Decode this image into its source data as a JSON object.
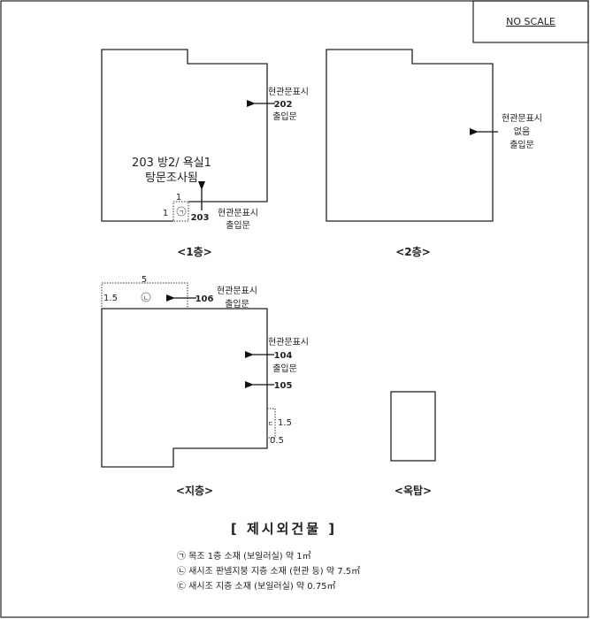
{
  "no_scale": "NO SCALE",
  "floor1": {
    "label": "<1층>",
    "entrance_202": {
      "top": "현관문표시",
      "unit": "202",
      "bottom": "출입문"
    },
    "room_note": [
      "203 방2/ 욕실1",
      "탕문조사됨"
    ],
    "entrance_203": {
      "unit": "203",
      "top": "현관문표시",
      "bottom": "출입문"
    },
    "annex": {
      "marker": "ㄱ",
      "width": "1",
      "height": "1"
    }
  },
  "floor2": {
    "label": "<2층>",
    "note": [
      "현관문표시",
      "없음",
      "출입문"
    ]
  },
  "basement": {
    "label": "<지층>",
    "annex_n": {
      "marker": "ㄴ",
      "width": "5",
      "height": "1.5"
    },
    "entrance_106": {
      "unit": "106",
      "top": "현관문표시",
      "bottom": "출입문"
    },
    "entrance_104": {
      "top": "현관문표시",
      "unit": "104",
      "bottom": "출입문"
    },
    "entrance_105": {
      "unit": "105"
    },
    "annex_d": {
      "marker": "ㄷ",
      "height": "1.5",
      "width": "0.5"
    }
  },
  "rooftop": {
    "label": "<옥탑>"
  },
  "extra_buildings": {
    "title": "[ 제시외건물 ]",
    "items": [
      "㉠ 목조 1층 소재 (보일러실) 약 1㎡",
      "㉡ 새시조 판넬지붕 지층 소재 (현관 등) 약 7.5㎡",
      "㉢ 새시조 지층 소재 (보일러실) 약 0.75㎡"
    ]
  }
}
